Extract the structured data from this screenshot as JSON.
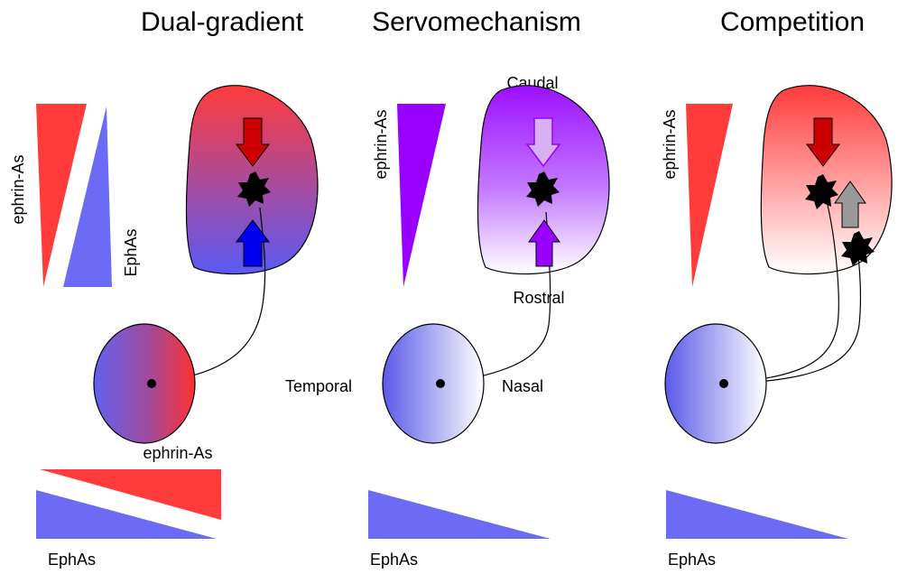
{
  "panels": [
    {
      "title": "Dual-gradient",
      "labels": {
        "ephrin_vertical": "ephrin-As",
        "ephas_vertical": "EphAs",
        "ephrin_horizontal": "ephrin-As",
        "ephas_bottom": "EphAs"
      }
    },
    {
      "title": "Servomechanism",
      "labels": {
        "ephrin_vertical": "ephrin-As",
        "caudal": "Caudal",
        "rostral": "Rostral",
        "temporal": "Temporal",
        "nasal": "Nasal",
        "ephas_bottom": "EphAs"
      }
    },
    {
      "title": "Competition",
      "labels": {
        "ephrin_vertical": "ephrin-As",
        "ephas_bottom": "EphAs"
      }
    }
  ],
  "colors": {
    "ephrin": "#ff3b3b",
    "epha": "#6b6bf5",
    "servo": "#9900ff",
    "dark_red_arrow": "#cc0000",
    "blue_arrow": "#0000ee",
    "purple_arrow": "#9900ff",
    "gray_arrow": "#999999"
  },
  "icons": [
    "down-arrow-icon",
    "up-arrow-icon",
    "starburst-icon"
  ]
}
